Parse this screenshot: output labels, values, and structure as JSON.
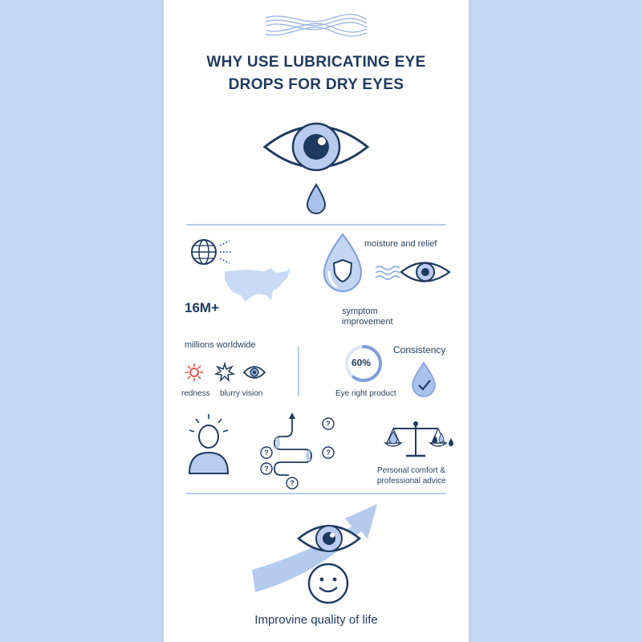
{
  "header": {
    "title_line1": "WHY USE LUBRICATING EYE",
    "title_line2": "DROPS FOR DRY EYES"
  },
  "stats": {
    "people_count": "16M+",
    "worldwide_label": "millions worldwide",
    "percentage": "60%",
    "percentage_fill": 0.6
  },
  "benefits": {
    "moisture_label": "moisture and relief",
    "symptom_label": "symptom\nimprovement",
    "consistency_label": "Consistency",
    "product_label": "Eye right product"
  },
  "symptoms": {
    "redness_label": "redness",
    "blurry_label": "blurry vision"
  },
  "advice": {
    "label": "Personal comfort &\nprofessional advice"
  },
  "footer": {
    "label": "Improvine quality of life"
  },
  "colors": {
    "accent": "#7f9fd9",
    "light_accent": "#c6d7f3",
    "dark": "#1f3a5f",
    "red": "#e2574c",
    "background": "#c4d7f2"
  }
}
